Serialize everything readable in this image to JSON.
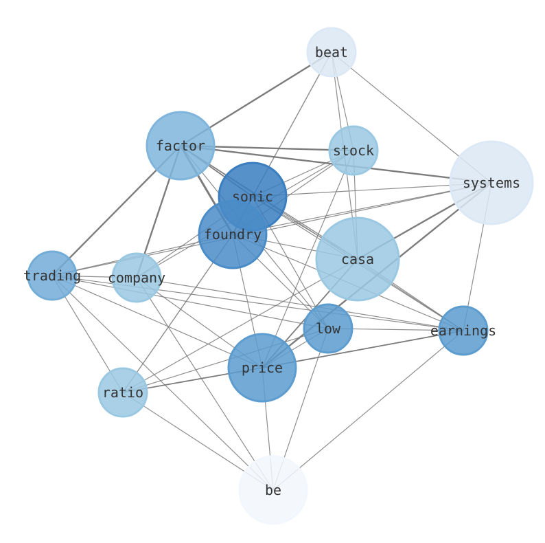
{
  "graph": {
    "nodes": [
      {
        "id": "beat",
        "label": "beat",
        "color": "#dbe8f5"
      },
      {
        "id": "factor",
        "label": "factor",
        "color": "#7fb5dc"
      },
      {
        "id": "stock",
        "label": "stock",
        "color": "#9ac8e2"
      },
      {
        "id": "systems",
        "label": "systems",
        "color": "#dbe8f5"
      },
      {
        "id": "sonic",
        "label": "sonic",
        "color": "#3a7ebf"
      },
      {
        "id": "foundry",
        "label": "foundry",
        "color": "#4a8cc8"
      },
      {
        "id": "casa",
        "label": "casa",
        "color": "#9ac8e2"
      },
      {
        "id": "trading",
        "label": "trading",
        "color": "#73acd7"
      },
      {
        "id": "company",
        "label": "company",
        "color": "#9ac8e2"
      },
      {
        "id": "low",
        "label": "low",
        "color": "#5c9ccf"
      },
      {
        "id": "earnings",
        "label": "earnings",
        "color": "#5c9ccf"
      },
      {
        "id": "price",
        "label": "price",
        "color": "#5c9ccf"
      },
      {
        "id": "ratio",
        "label": "ratio",
        "color": "#9ac8e2"
      },
      {
        "id": "be",
        "label": "be",
        "color": "#f2f7fd"
      }
    ],
    "edges": [
      {
        "source": "beat",
        "target": "factor",
        "weight": 2
      },
      {
        "source": "beat",
        "target": "sonic",
        "weight": 1.2
      },
      {
        "source": "beat",
        "target": "stock",
        "weight": 1
      },
      {
        "source": "beat",
        "target": "casa",
        "weight": 1
      },
      {
        "source": "beat",
        "target": "systems",
        "weight": 1
      },
      {
        "source": "factor",
        "target": "stock",
        "weight": 2
      },
      {
        "source": "factor",
        "target": "systems",
        "weight": 2
      },
      {
        "source": "factor",
        "target": "sonic",
        "weight": 1.5
      },
      {
        "source": "factor",
        "target": "foundry",
        "weight": 2.5
      },
      {
        "source": "factor",
        "target": "trading",
        "weight": 2
      },
      {
        "source": "factor",
        "target": "company",
        "weight": 2
      },
      {
        "source": "factor",
        "target": "casa",
        "weight": 1.2
      },
      {
        "source": "factor",
        "target": "low",
        "weight": 1
      },
      {
        "source": "factor",
        "target": "earnings",
        "weight": 1
      },
      {
        "source": "stock",
        "target": "sonic",
        "weight": 1
      },
      {
        "source": "stock",
        "target": "foundry",
        "weight": 1
      },
      {
        "source": "stock",
        "target": "company",
        "weight": 1
      },
      {
        "source": "stock",
        "target": "casa",
        "weight": 1
      },
      {
        "source": "stock",
        "target": "price",
        "weight": 1
      },
      {
        "source": "systems",
        "target": "sonic",
        "weight": 1
      },
      {
        "source": "systems",
        "target": "foundry",
        "weight": 1
      },
      {
        "source": "systems",
        "target": "casa",
        "weight": 2
      },
      {
        "source": "systems",
        "target": "trading",
        "weight": 1
      },
      {
        "source": "systems",
        "target": "price",
        "weight": 2
      },
      {
        "source": "systems",
        "target": "earnings",
        "weight": 1
      },
      {
        "source": "sonic",
        "target": "foundry",
        "weight": 2
      },
      {
        "source": "sonic",
        "target": "casa",
        "weight": 1
      },
      {
        "source": "sonic",
        "target": "company",
        "weight": 1
      },
      {
        "source": "sonic",
        "target": "low",
        "weight": 1
      },
      {
        "source": "sonic",
        "target": "earnings",
        "weight": 1
      },
      {
        "source": "foundry",
        "target": "casa",
        "weight": 1
      },
      {
        "source": "foundry",
        "target": "trading",
        "weight": 1
      },
      {
        "source": "foundry",
        "target": "low",
        "weight": 1
      },
      {
        "source": "foundry",
        "target": "price",
        "weight": 1
      },
      {
        "source": "foundry",
        "target": "ratio",
        "weight": 1.2
      },
      {
        "source": "foundry",
        "target": "earnings",
        "weight": 1
      },
      {
        "source": "casa",
        "target": "price",
        "weight": 1.5
      },
      {
        "source": "casa",
        "target": "ratio",
        "weight": 1
      },
      {
        "source": "casa",
        "target": "earnings",
        "weight": 1
      },
      {
        "source": "trading",
        "target": "company",
        "weight": 1
      },
      {
        "source": "trading",
        "target": "low",
        "weight": 1
      },
      {
        "source": "trading",
        "target": "earnings",
        "weight": 1
      },
      {
        "source": "trading",
        "target": "price",
        "weight": 1
      },
      {
        "source": "trading",
        "target": "ratio",
        "weight": 1
      },
      {
        "source": "trading",
        "target": "be",
        "weight": 1
      },
      {
        "source": "company",
        "target": "earnings",
        "weight": 1
      },
      {
        "source": "company",
        "target": "price",
        "weight": 1
      },
      {
        "source": "company",
        "target": "be",
        "weight": 1
      },
      {
        "source": "low",
        "target": "earnings",
        "weight": 1
      },
      {
        "source": "low",
        "target": "price",
        "weight": 1
      },
      {
        "source": "low",
        "target": "be",
        "weight": 1
      },
      {
        "source": "low",
        "target": "ratio",
        "weight": 1
      },
      {
        "source": "earnings",
        "target": "price",
        "weight": 1.5
      },
      {
        "source": "earnings",
        "target": "be",
        "weight": 1
      },
      {
        "source": "price",
        "target": "ratio",
        "weight": 1.5
      },
      {
        "source": "price",
        "target": "be",
        "weight": 1
      },
      {
        "source": "ratio",
        "target": "be",
        "weight": 1
      }
    ]
  }
}
